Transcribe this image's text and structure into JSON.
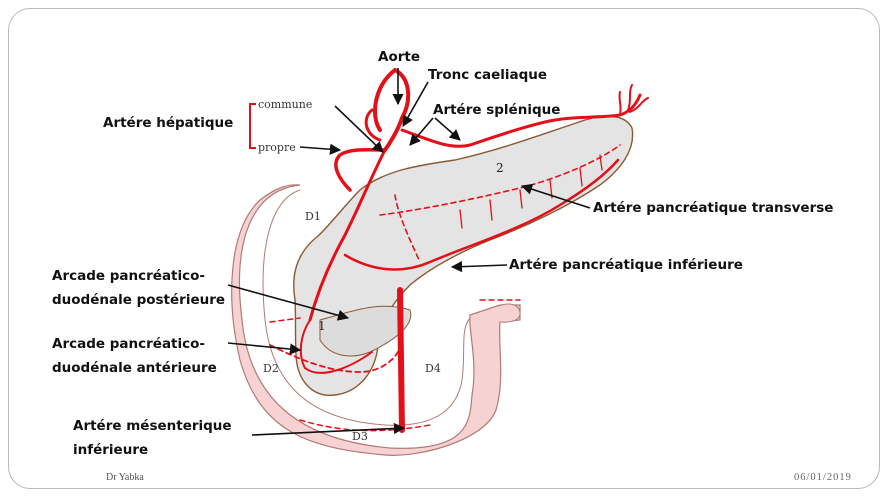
{
  "labels": {
    "aorte": "Aorte",
    "tronc_caeliaque": "Tronc caeliaque",
    "artere_hepatique": "Artére hépatique",
    "commune": "commune",
    "propre": "propre",
    "artere_splenique": "Artére splénique",
    "pancreatique_transverse": "Artére pancréatique transverse",
    "pancreatique_inferieure": "Artére pancréatique inférieure",
    "arcade_post_line1": "Arcade pancréatico-",
    "arcade_post_line2": "duodénale postérieure",
    "arcade_ant_line1": "Arcade pancréatico-",
    "arcade_ant_line2": "duodénale antérieure",
    "mesenterique_line1": "Artére mésenterique",
    "mesenterique_line2": "inférieure",
    "d1": "D1",
    "d2": "D2",
    "d3": "D3",
    "d4": "D4",
    "region1": "1",
    "region2": "2"
  },
  "footer": {
    "author": "Dr Yabka",
    "date": "06/01/2019"
  },
  "colors": {
    "artery": "#e3101a",
    "duodenum_fill": "#f7d2d3",
    "pancreas_fill": "#e4e4e4",
    "outline": "#8a5a33",
    "arrow": "#111111"
  }
}
